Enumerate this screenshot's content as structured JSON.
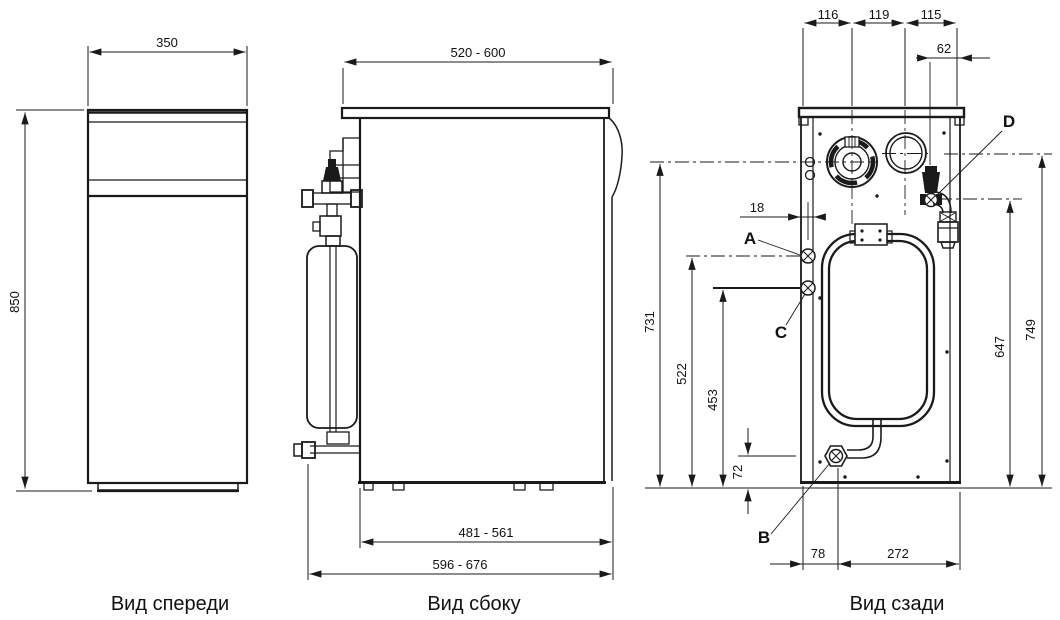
{
  "colors": {
    "line": "#1a1a1a",
    "text": "#111111",
    "background": "#ffffff"
  },
  "front": {
    "caption": "Вид спереди",
    "width": "350",
    "height": "850"
  },
  "side": {
    "caption": "Вид сбоку",
    "top_depth": "520 - 600",
    "body_depth": "481 - 561",
    "total_depth": "596 - 676"
  },
  "rear": {
    "caption": "Вид сзади",
    "top_spacings": [
      "116",
      "119",
      "115"
    ],
    "flue_to_edge": "62",
    "panel_gap": "18",
    "height_left_total": "731",
    "height_a": "522",
    "height_c": "453",
    "height_b": "72",
    "height_d": "647",
    "height_right": "749",
    "bottom_left": "78",
    "bottom_span": "272",
    "labels": {
      "a": "A",
      "b": "B",
      "c": "C",
      "d": "D"
    }
  }
}
